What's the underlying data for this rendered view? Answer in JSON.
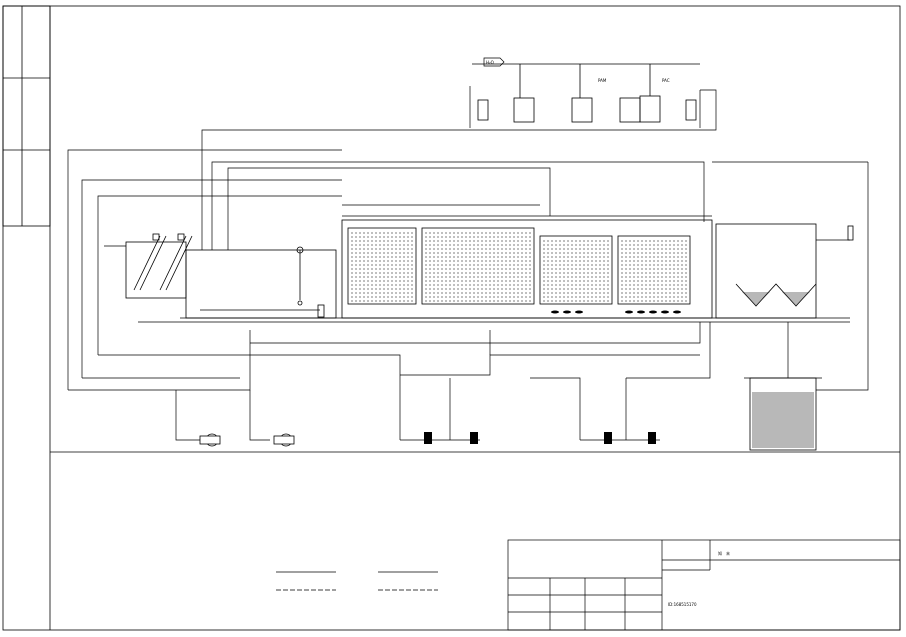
{
  "chemicals": {
    "inlet_tag": "H₂O",
    "pac": "PAC",
    "pam": "PAM"
  },
  "watermark": {
    "brand": "知末",
    "id": "ID:168515170"
  },
  "colors": {
    "line": "#000000",
    "watermark": "#c8c8c8",
    "background": "#ffffff"
  }
}
